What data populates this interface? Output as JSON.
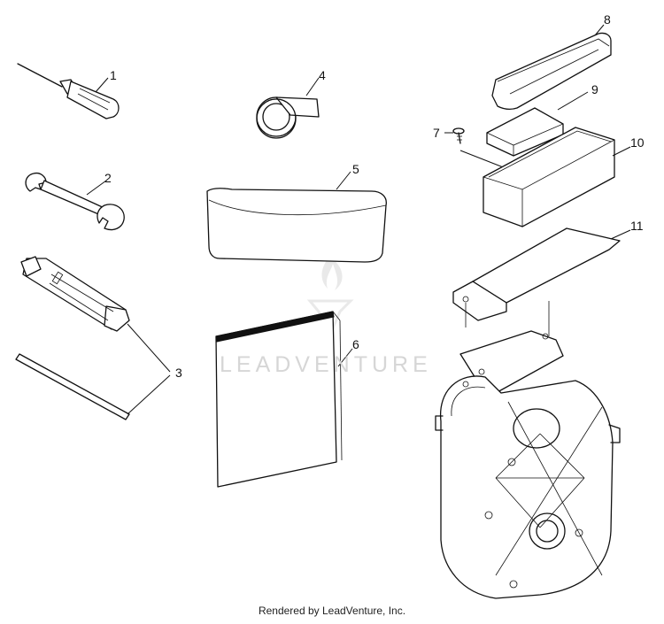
{
  "diagram": {
    "callouts": [
      {
        "number": "1"
      },
      {
        "number": "2"
      },
      {
        "number": "3"
      },
      {
        "number": "4"
      },
      {
        "number": "5"
      },
      {
        "number": "6"
      },
      {
        "number": "7"
      },
      {
        "number": "8"
      },
      {
        "number": "9"
      },
      {
        "number": "10"
      },
      {
        "number": "11"
      }
    ]
  },
  "watermark": {
    "text": "LEADVENTURE"
  },
  "footer": {
    "text": "Rendered by LeadVenture, Inc."
  }
}
